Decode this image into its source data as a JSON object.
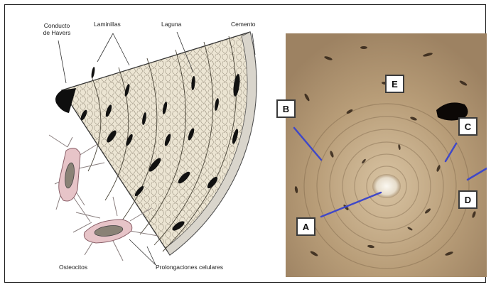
{
  "diagram": {
    "labels": {
      "haversian_canal": "Conducto\nde Havers",
      "lamellae": "Laminillas",
      "lacuna": "Laguna",
      "cement": "Cemento",
      "osteocytes": "Osteocitos",
      "cell_processes": "Prolongaciones celulares"
    },
    "markers": [
      "A",
      "B",
      "C",
      "D",
      "E"
    ],
    "colors": {
      "pointer": "#3f48c8",
      "bone_fill": "#e9e1cf",
      "lacuna": "#111111",
      "osteocyte": "#e7c4c8",
      "micro_bg": "#c7ad89"
    }
  }
}
